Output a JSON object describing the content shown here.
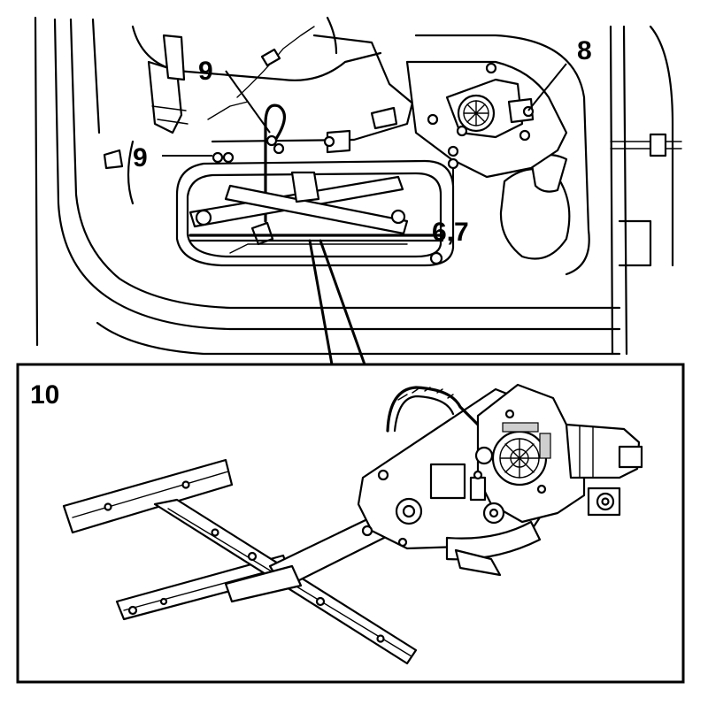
{
  "callouts": {
    "screw_9_top": "9",
    "screw_9_left": "9",
    "nut_8": "8",
    "bolt_6_7": "6,7",
    "regulator_10": "10"
  },
  "parts": {
    "fastener_icon": "bolt-icon",
    "motor_icon": "motor-icon"
  }
}
